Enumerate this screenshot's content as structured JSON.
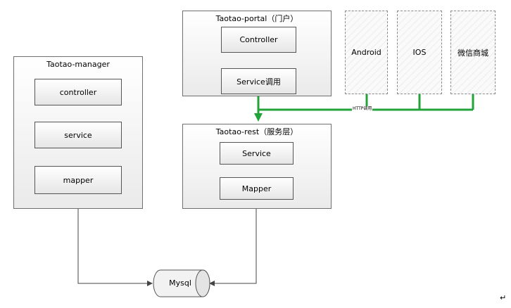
{
  "manager": {
    "title": "Taotao-manager",
    "controller": "controller",
    "service": "service",
    "mapper": "mapper"
  },
  "portal": {
    "title": "Taotao-portal（门户）",
    "controller": "Controller",
    "service": "Service调用"
  },
  "rest": {
    "title": "Taotao-rest（服务层）",
    "service": "Service",
    "mapper": "Mapper"
  },
  "clients": {
    "android": "Android",
    "ios": "IOS",
    "wechat": "微信商城"
  },
  "http_label": "HTTP调用",
  "database": "Mysql",
  "cursor_mark": "↵",
  "colors": {
    "http_line": "#22a33a",
    "connector": "#444444",
    "border": "#6f6f6f"
  }
}
